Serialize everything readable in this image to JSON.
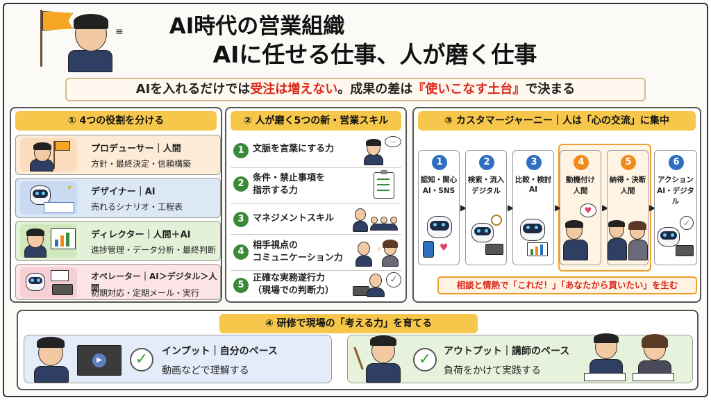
{
  "title_line1": "AI時代の営業組織",
  "title_line2": "AIに任せる仕事、人が磨く仕事",
  "banner": {
    "part1": "AIを入れるだけでは",
    "part2": "受注は増えない",
    "part3": "。成果の差は",
    "part4": "『使いこなす土台』",
    "part5": "で決まる"
  },
  "section1": {
    "header": "① 4つの役割を分ける",
    "roles": [
      {
        "title": "プロデューサー｜人間",
        "desc": "方針・最終決定・信頼構築",
        "icon": "flag-person-icon",
        "bg": "#fdebd8"
      },
      {
        "title": "デザイナー｜AI",
        "desc": "売れるシナリオ・工程表",
        "icon": "robot-designer-icon",
        "bg": "#dde8f7"
      },
      {
        "title": "ディレクター｜人間＋AI",
        "desc": "進捗管理・データ分析・最終判断",
        "icon": "analyst-person-icon",
        "bg": "#e3f1d8"
      },
      {
        "title": "オペレーター｜AI＞デジタル＞人間",
        "desc": "初期対応・定期メール・実行",
        "icon": "robot-mail-icon",
        "bg": "#fbe3e6"
      }
    ]
  },
  "section2": {
    "header": "② 人が磨く5つの新・営業スキル",
    "skills": [
      {
        "num": "1",
        "line1": "文脈を言葉にする力",
        "line2": ""
      },
      {
        "num": "2",
        "line1": "条件・禁止事項を",
        "line2": "指示する力"
      },
      {
        "num": "3",
        "line1": "マネジメントスキル",
        "line2": ""
      },
      {
        "num": "4",
        "line1": "相手視点の",
        "line2": "コミュニケーション力"
      },
      {
        "num": "5",
        "line1": "正確な実務遂行力",
        "line2": "（現場での判断力）"
      }
    ]
  },
  "section3": {
    "header": "③ カスタマージャーニー｜人は「心の交流」に集中",
    "steps": [
      {
        "num": "1",
        "line1": "認知・関心",
        "line2": "AI・SNS",
        "highlight": false
      },
      {
        "num": "2",
        "line1": "検索・流入",
        "line2": "デジタル",
        "highlight": false
      },
      {
        "num": "3",
        "line1": "比較・検討",
        "line2": "AI",
        "highlight": false
      },
      {
        "num": "4",
        "line1": "動機付け",
        "line2": "人間",
        "highlight": true
      },
      {
        "num": "5",
        "line1": "納得・決断",
        "line2": "人間",
        "highlight": true
      },
      {
        "num": "6",
        "line1": "アクション",
        "line2": "AI・デジタル",
        "highlight": false
      }
    ],
    "note": "相談と情熱で「これだ！」「あなたから買いたい」を生む"
  },
  "section4": {
    "header": "④ 研修で現場の「考える力」を育てる",
    "input": {
      "title": "インプット｜自分のペース",
      "desc": "動画などで理解する"
    },
    "output": {
      "title": "アウトプット｜講師のペース",
      "desc": "負荷をかけて実践する"
    }
  },
  "colors": {
    "header_yellow": "#f6c74a",
    "emphasis_red": "#d8281c",
    "step_blue": "#2f6fbf",
    "step_orange": "#f08a1c",
    "skill_green": "#3a8a3a"
  }
}
